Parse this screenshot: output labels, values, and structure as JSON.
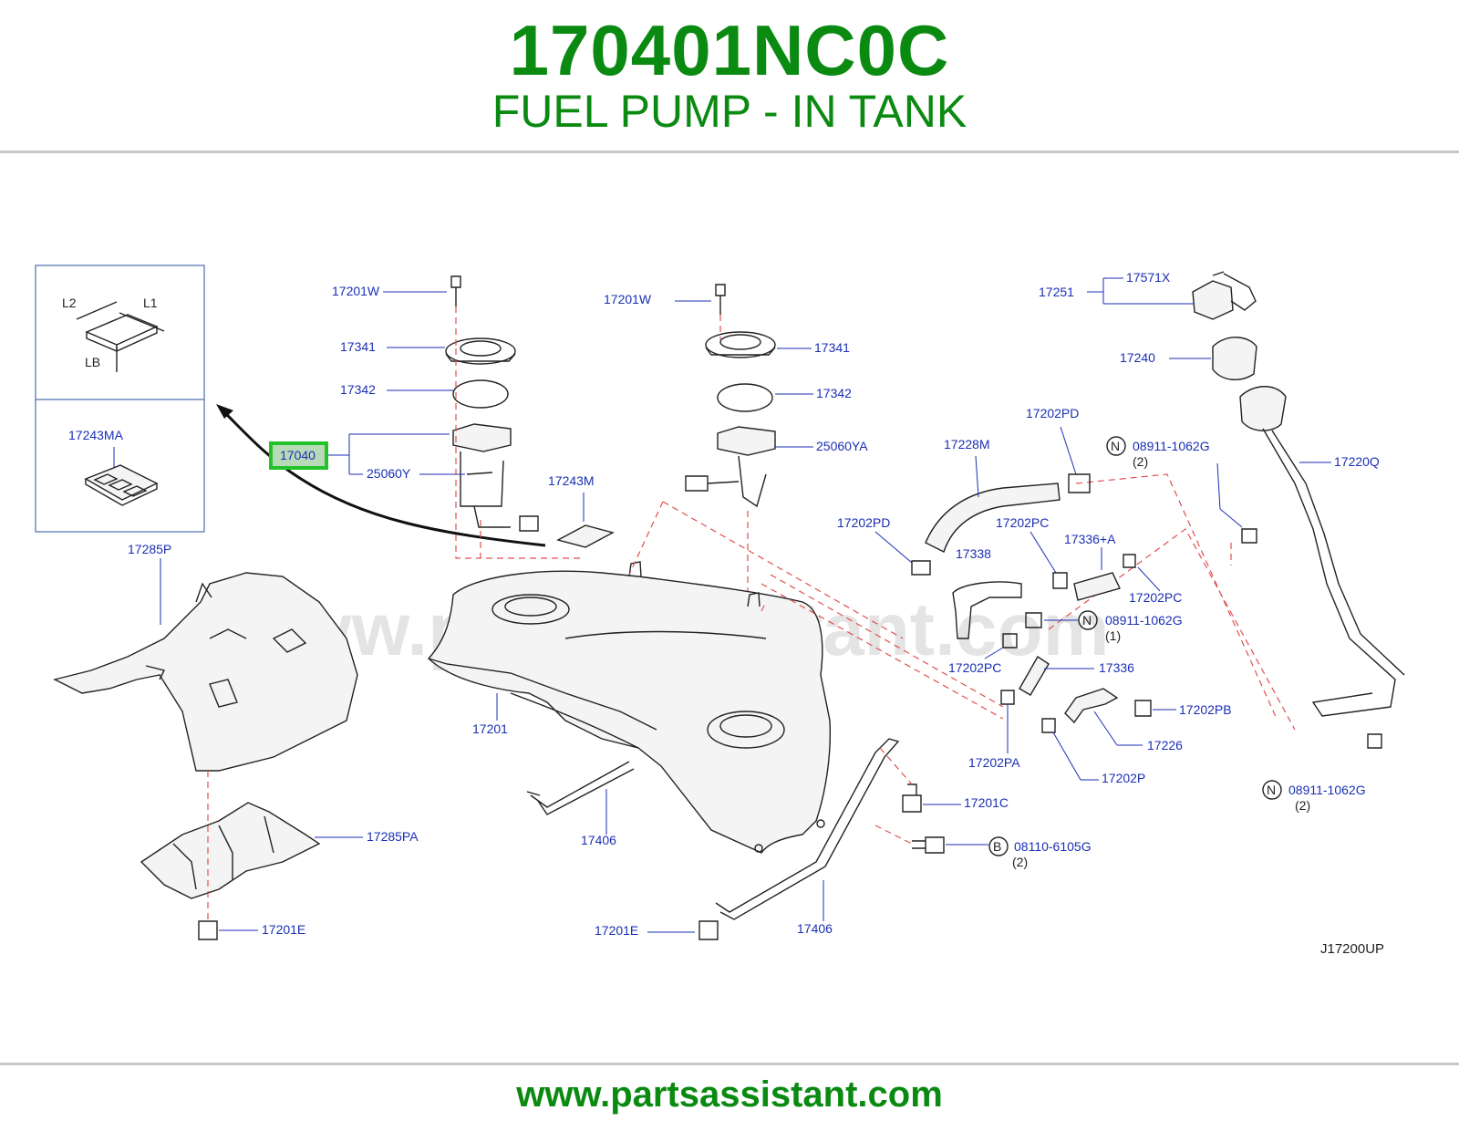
{
  "header": {
    "part_number": "170401NC0C",
    "subtitle": "FUEL PUMP - IN TANK"
  },
  "footer": {
    "url": "www.partsassistant.com"
  },
  "watermark": "www.partsassistant.com",
  "diagram_code": "J17200UP",
  "colors": {
    "brand_green": "#0b8a12",
    "label_blue": "#1a2fb5",
    "highlight_green": "#22c32a",
    "dash_red": "#e05050"
  },
  "inset": {
    "dims": [
      "L2",
      "L1",
      "LB"
    ],
    "part": "17243MA"
  },
  "highlight_part": "17040",
  "labels": [
    "17201W",
    "17341",
    "17342",
    "25060Y",
    "17243M",
    "17201W",
    "17341",
    "17342",
    "25060YA",
    "17251",
    "17571X",
    "17240",
    "17220Q",
    "17202PD",
    "17228M",
    "08911-1062G",
    "(2)",
    "17202PD",
    "17202PC",
    "17336+A",
    "17338",
    "17202PC",
    "08911-1062G",
    "(1)",
    "17202PC",
    "17336",
    "17202PB",
    "17226",
    "17202PA",
    "17202P",
    "08911-1062G",
    "(2)",
    "17285P",
    "17201",
    "17201C",
    "08110-6105G",
    "(2)",
    "17285PA",
    "17406",
    "17201E",
    "17201E",
    "17406"
  ],
  "circle_markers": [
    "N",
    "N",
    "N",
    "B"
  ]
}
